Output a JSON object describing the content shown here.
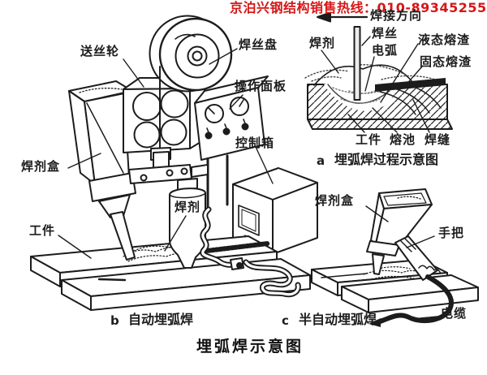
{
  "header": {
    "hotline": "京泊兴钢结构销售热线：010-89345255"
  },
  "title": "埋弧焊示意图",
  "sections": {
    "a": {
      "caption_letter": "a",
      "caption": "埋弧焊过程示意图",
      "labels": {
        "weld_direction": "焊接方向",
        "flux": "焊剂",
        "wire": "焊丝",
        "arc": "电弧",
        "liquid_slag": "液态熔渣",
        "solid_slag": "固态熔渣",
        "workpiece": "工件",
        "molten_pool": "熔池",
        "weld_seam": "焊缝"
      }
    },
    "b": {
      "caption_letter": "b",
      "caption": "自动埋弧焊",
      "labels": {
        "wire_feed_wheel": "送丝轮",
        "wire_spool": "焊丝盘",
        "operation_panel": "操作面板",
        "control_box": "控制箱",
        "flux_box": "焊剂盒",
        "workpiece": "工件",
        "flux": "焊剂"
      }
    },
    "c": {
      "caption_letter": "c",
      "caption": "半自动埋弧焊",
      "labels": {
        "flux_box": "焊剂盒",
        "handle": "手把",
        "cable": "电缆"
      }
    }
  },
  "colors": {
    "hotline_red": "#d61717",
    "ink": "#1c1c1c",
    "background": "#ffffff"
  }
}
